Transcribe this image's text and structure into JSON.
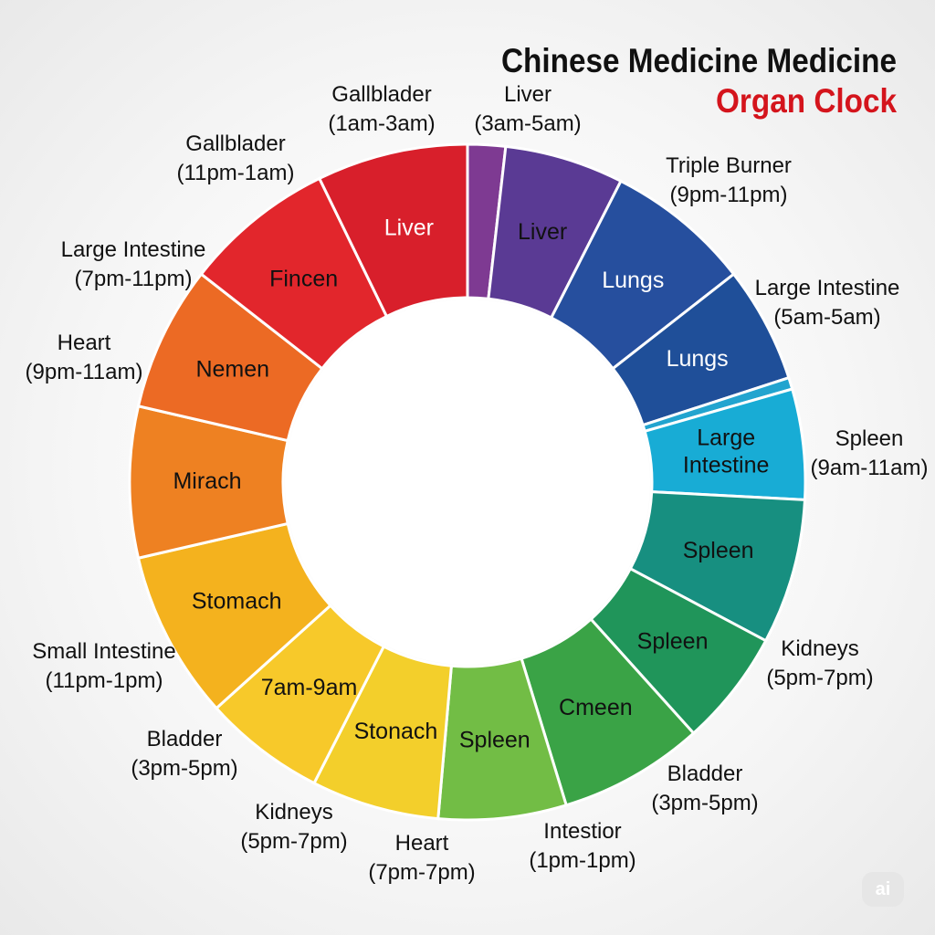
{
  "title": {
    "line1": "Chinese Medicine Medicine",
    "line2": "Organ Clock"
  },
  "segments": [
    {
      "label": "",
      "color": "#7e3a92",
      "text_color": "#ffffff"
    },
    {
      "label": "Liver",
      "color": "#5a3a94",
      "text_color": "#111111"
    },
    {
      "label": "Lungs",
      "color": "#264f9e",
      "text_color": "#ffffff"
    },
    {
      "label": "Lungs",
      "color": "#1f4f99",
      "text_color": "#ffffff"
    },
    {
      "label": "",
      "color": "#22a4cf",
      "text_color": "#ffffff"
    },
    {
      "label": "Large\nIntestine",
      "color": "#18acd5",
      "text_color": "#111111"
    },
    {
      "label": "Spleen",
      "color": "#178f80",
      "text_color": "#111111"
    },
    {
      "label": "Spleen",
      "color": "#20955a",
      "text_color": "#111111"
    },
    {
      "label": "Cmeen",
      "color": "#3aa346",
      "text_color": "#111111"
    },
    {
      "label": "Spleen",
      "color": "#72bd45",
      "text_color": "#111111"
    },
    {
      "label": "Stonach",
      "color": "#f3cf2b",
      "text_color": "#111111"
    },
    {
      "label": "7am-9am",
      "color": "#f7c92a",
      "text_color": "#111111"
    },
    {
      "label": "Stomach",
      "color": "#f4b21e",
      "text_color": "#111111"
    },
    {
      "label": "Mirach",
      "color": "#ee8122",
      "text_color": "#111111"
    },
    {
      "label": "Nemen",
      "color": "#ec6a24",
      "text_color": "#111111"
    },
    {
      "label": "Fincen",
      "color": "#e2262c",
      "text_color": "#111111"
    },
    {
      "label": "Liver",
      "color": "#d81f2b",
      "text_color": "#ffffff"
    }
  ],
  "outer_labels": [
    {
      "name": "Gallblader",
      "time": "(1am-3am)"
    },
    {
      "name": "Liver",
      "time": "(3am-5am)"
    },
    {
      "name": "Triple Burner",
      "time": "(9pm-11pm)"
    },
    {
      "name": "Large Intestine",
      "time": "(5am-5am)"
    },
    {
      "name": "Spleen",
      "time": "(9am-11am)"
    },
    {
      "name": "Kidneys",
      "time": "(5pm-7pm)"
    },
    {
      "name": "Bladder",
      "time": "(3pm-5pm)"
    },
    {
      "name": "Intestior",
      "time": "(1pm-1pm)"
    },
    {
      "name": "Heart",
      "time": "(7pm-7pm)"
    },
    {
      "name": "Kidneys",
      "time": "(5pm-7pm)"
    },
    {
      "name": "Bladder",
      "time": "(3pm-5pm)"
    },
    {
      "name": "Small Intestine",
      "time": "(11pm-1pm)"
    },
    {
      "name": "Heart",
      "time": "(9pm-11am)"
    },
    {
      "name": "Large Intestine",
      "time": "(7pm-11pm)"
    },
    {
      "name": "Gallblader",
      "time": "(11pm-1am)"
    }
  ],
  "badge": "ai"
}
